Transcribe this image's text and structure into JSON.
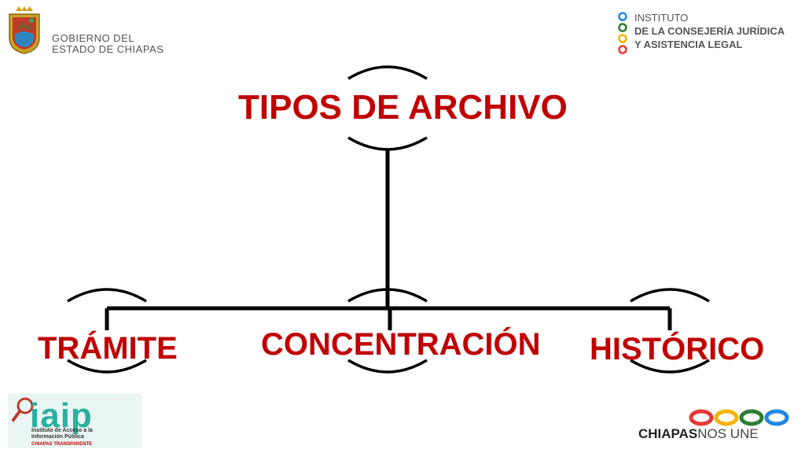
{
  "header_left": {
    "line1": "GOBIERNO DEL",
    "line2": "ESTADO DE CHIAPAS"
  },
  "header_right": {
    "line1": "INSTITUTO",
    "line2": "DE LA CONSEJERÍA JURÍDICA",
    "line3": "Y ASISTENCIA LEGAL"
  },
  "diagram": {
    "root": "TIPOS DE ARCHIVO",
    "children": [
      "TRÁMITE",
      "CONCENTRACIÓN",
      "HISTÓRICO"
    ],
    "text_color": "#c00000",
    "line_color": "#000000"
  },
  "footer_left": {
    "logo_word": "iaip",
    "line1": "Instituto de Acceso a la",
    "line2": "Información Pública",
    "line3": "CHIAPAS TRANSPARENTE"
  },
  "footer_right": {
    "bold": "CHIAPAS",
    "regular": "NOS UNE",
    "ring_colors": [
      "#e53935",
      "#f4b400",
      "#2e7d32",
      "#1e88e5"
    ]
  }
}
